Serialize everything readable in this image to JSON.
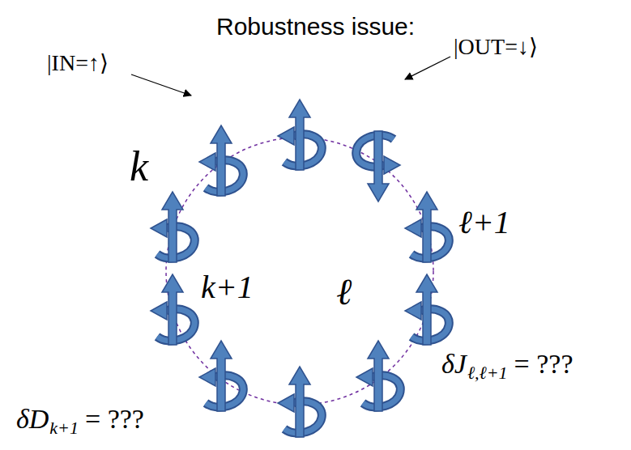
{
  "diagram": {
    "title": "Robustness issue:",
    "labels": [
      "|IN=↑⟩",
      "|OUT=↓⟩",
      "k",
      "k+1",
      "ℓ",
      "ℓ+1",
      "δD",
      "k+1",
      "= ???",
      "δJ",
      "ℓ,ℓ+1",
      "= ???"
    ]
  }
}
